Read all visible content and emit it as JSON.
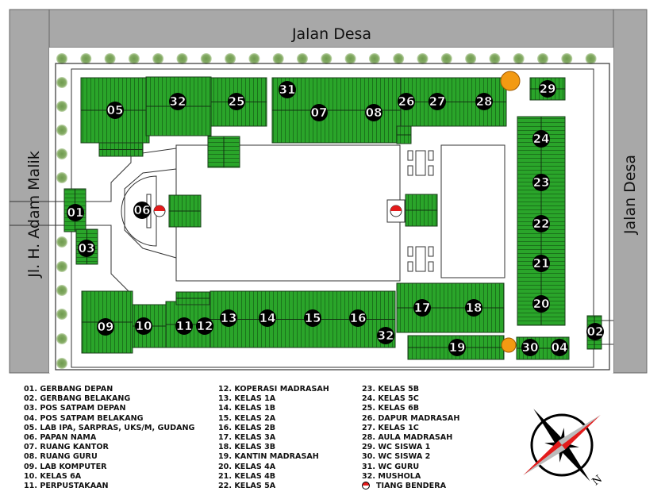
{
  "roads": {
    "top": "Jalan Desa",
    "left": "Jl. H. Adam Malik",
    "right": "Jalan Desa"
  },
  "colors": {
    "roof": "#2aa52a",
    "road": "#a8a8a8",
    "tree": "#7aa25a",
    "orange": "#f39a12",
    "flag_red": "#e31b1b"
  },
  "labels": [
    "05",
    "32",
    "25",
    "31",
    "07",
    "08",
    "26",
    "27",
    "28",
    "29",
    "24",
    "23",
    "22",
    "21",
    "20",
    "01",
    "03",
    "06",
    "09",
    "10",
    "11",
    "12",
    "13",
    "14",
    "15",
    "16",
    "32",
    "17",
    "18",
    "19",
    "30",
    "04",
    "02"
  ],
  "legend": {
    "col1": [
      "01. GERBANG DEPAN",
      "02. GERBANG BELAKANG",
      "03. POS SATPAM DEPAN",
      "04. POS SATPAM BELAKANG",
      "05. LAB IPA, SARPRAS, UKS/M, GUDANG",
      "06. PAPAN NAMA",
      "07. RUANG KANTOR",
      "08. RUANG GURU",
      "09. LAB KOMPUTER",
      "10. KELAS 6A",
      "11. PERPUSTAKAAN"
    ],
    "col2": [
      "12. KOPERASI MADRASAH",
      "13. KELAS 1A",
      "14. KELAS 1B",
      "15. KELAS 2A",
      "16. KELAS 2B",
      "17. KELAS 3A",
      "18. KELAS 3B",
      "19. KANTIN MADRASAH",
      "20. KELAS 4A",
      "21. KELAS 4B",
      "22. KELAS 5A"
    ],
    "col3": [
      "23. KELAS 5B",
      "24. KELAS 5C",
      "25. KELAS 6B",
      "26. DAPUR MADRASAH",
      "27. KELAS 1C",
      "28. AULA MADRASAH",
      "29. WC SISWA 1",
      "30. WC SISWA 2",
      "31. WC GURU",
      "32. MUSHOLA"
    ],
    "flag_label": "TIANG BENDERA"
  },
  "compass": {
    "north": "N"
  }
}
